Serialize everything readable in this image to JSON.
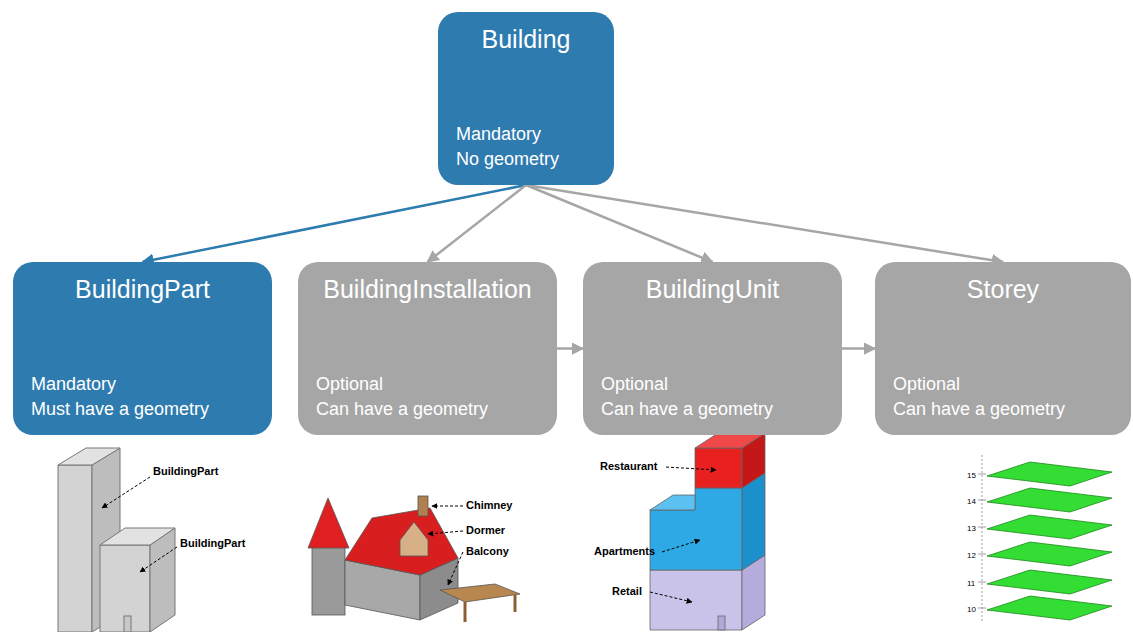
{
  "diagram": {
    "nodes": [
      {
        "text": [
          "Building",
          "Mandatory",
          "No geometry"
        ]
      },
      {
        "text": [
          "BuildingPart",
          "Mandatory",
          "Must have a geometry"
        ]
      },
      {
        "text": [
          "BuildingInstallation",
          "Optional",
          "Can have a geometry"
        ]
      },
      {
        "text": [
          "BuildingUnit",
          "Optional",
          "Can have a geometry"
        ]
      },
      {
        "text": [
          "Storey",
          "Optional",
          "Can have a geometry"
        ]
      }
    ],
    "edges": [
      {
        "from": 0,
        "to": 1,
        "arrow": "to"
      },
      {
        "from": 0,
        "to": 2,
        "arrow": "to"
      },
      {
        "from": 0,
        "to": 3,
        "arrow": "to"
      },
      {
        "from": 0,
        "to": 4,
        "arrow": "to"
      },
      {
        "from": 2,
        "to": 3,
        "arrow": "to"
      },
      {
        "from": 3,
        "to": 4,
        "arrow": "to"
      }
    ],
    "labels": [
      "BuildingPart",
      "BuildingPart",
      "Chimney",
      "Dormer",
      "Balcony",
      "Restaurant",
      "Apartments",
      "Retail",
      "15",
      "14",
      "13",
      "12",
      "11",
      "10"
    ]
  }
}
